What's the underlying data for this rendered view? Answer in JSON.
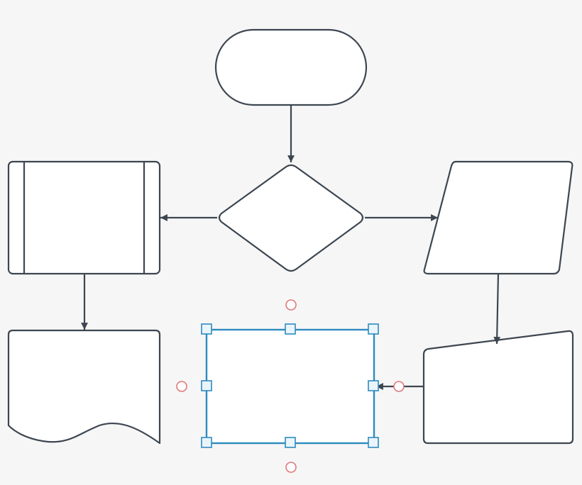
{
  "canvas": {
    "background": "#f6f6f6"
  },
  "colors": {
    "shape_stroke": "#3d4650",
    "shape_fill": "#ffffff",
    "selection": "#2e8bc0",
    "handle_fill": "#eaf5fb",
    "connection_point": "#e0787a"
  },
  "shapes": [
    {
      "type": "terminator"
    },
    {
      "type": "decision"
    },
    {
      "type": "predefined-process"
    },
    {
      "type": "input-output"
    },
    {
      "type": "document"
    },
    {
      "type": "process",
      "selected": true
    },
    {
      "type": "manual-input"
    }
  ]
}
